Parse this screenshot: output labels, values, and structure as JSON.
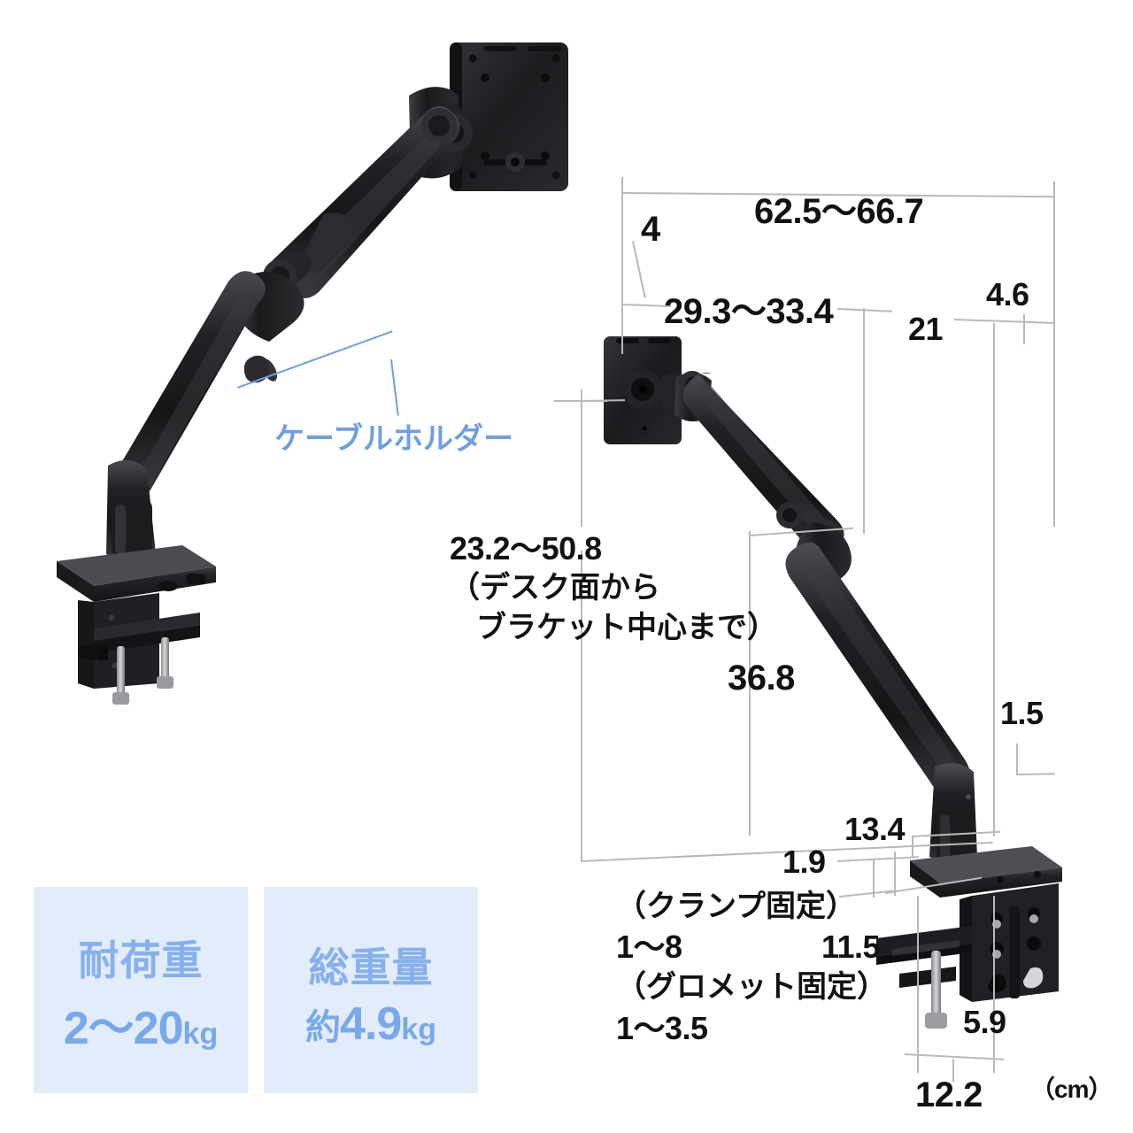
{
  "page": {
    "unit_label": "（cm）"
  },
  "callout": {
    "cable_holder_label": "ケーブルホルダー",
    "color": "#6f9fe0"
  },
  "dimensions": {
    "depth_range": "62.5～66.7",
    "bracket_thickness": "4",
    "arm_reach_range": "29.3～33.4",
    "upper_segment": "21",
    "top_right_offset": "4.6",
    "height_range_value": "23.2～50.8",
    "height_range_note_line1": "（デスク面から",
    "height_range_note_line2": "ブラケット中心まで）",
    "pole_height": "36.8",
    "post_offset": "1.5",
    "base_depth": "13.4",
    "base_plate_thickness": "1.9",
    "clamp_note_title": "（クランプ固定）",
    "clamp_note_value": "1～8",
    "grommet_note_title": "（グロメット固定）",
    "grommet_note_value": "1～3.5",
    "base_width": "11.5",
    "clamp_drop": "5.9",
    "base_total_width": "12.2"
  },
  "specs": {
    "badges": [
      {
        "title": "耐荷重",
        "value": "2～20",
        "unit": "kg",
        "prefix": ""
      },
      {
        "title": "総重量",
        "value": "4.9",
        "unit": "kg",
        "prefix": "約"
      }
    ],
    "badge_bg": "#e2ecfa",
    "badge_text": "#78a9ea"
  },
  "product": {
    "name": "monitor-arm",
    "body_color": "#1b1b1d",
    "views": [
      {
        "name": "front-perspective-view"
      },
      {
        "name": "side-dimension-view"
      }
    ]
  }
}
